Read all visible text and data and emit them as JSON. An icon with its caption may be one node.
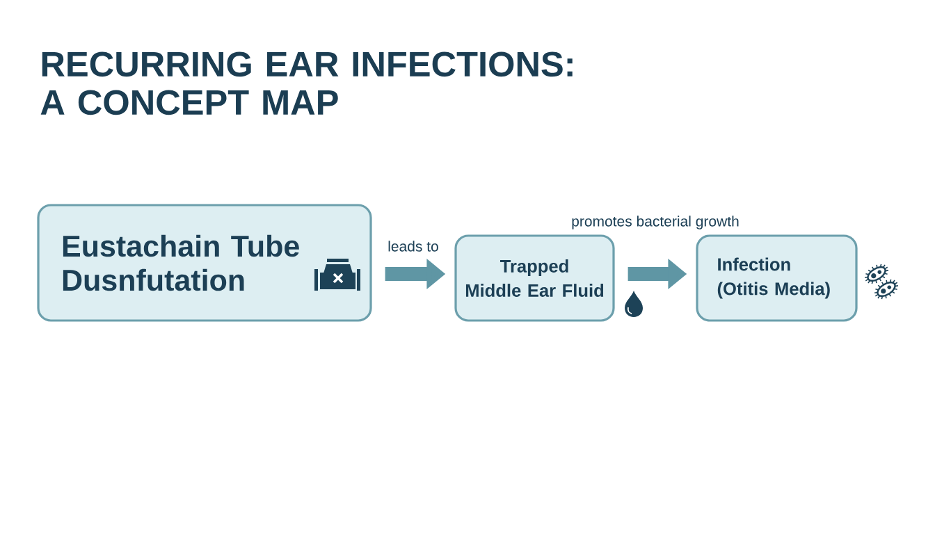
{
  "diagram": {
    "title": "RECURRING EAR INFECTIONS: A CONCEPT MAP",
    "nodes": [
      {
        "text": [
          "Eustachain Tube Dusnfutation"
        ]
      },
      {
        "text": [
          "Trapped",
          "Middle Ear Fluid"
        ]
      },
      {
        "text": [
          "Infection",
          "(Otitis Media)"
        ]
      }
    ],
    "edges": [
      {
        "from": 0,
        "to": 1,
        "arrow": "to",
        "label": "leads to"
      },
      {
        "from": 1,
        "to": 2,
        "arrow": "to",
        "label": "promotes bacterial growth"
      }
    ]
  }
}
